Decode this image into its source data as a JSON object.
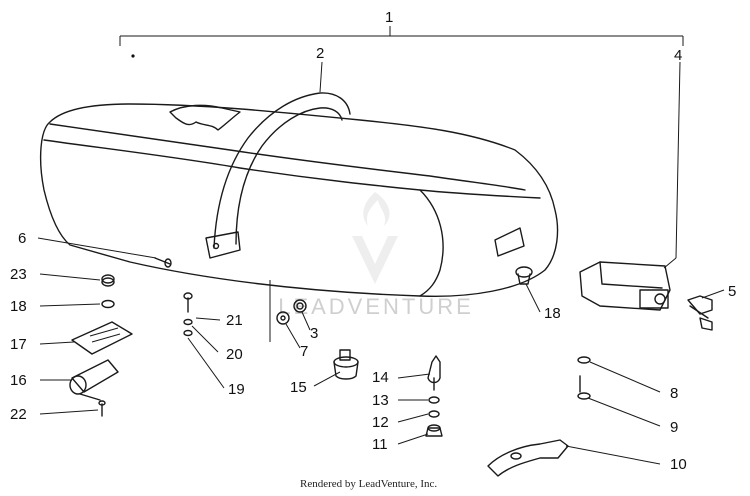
{
  "labels": {
    "l1": "1",
    "l2": "2",
    "l3": "3",
    "l4": "4",
    "l5": "5",
    "l6": "6",
    "l7": "7",
    "l8": "8",
    "l9": "9",
    "l10": "10",
    "l11": "11",
    "l12": "12",
    "l13": "13",
    "l14": "14",
    "l15": "15",
    "l16": "16",
    "l17": "17",
    "l18a": "18",
    "l18b": "18",
    "l19": "19",
    "l20": "20",
    "l21": "21",
    "l22": "22",
    "l23": "23"
  },
  "watermark": "LEADVENTURE",
  "footer": "Rendered by LeadVenture, Inc."
}
